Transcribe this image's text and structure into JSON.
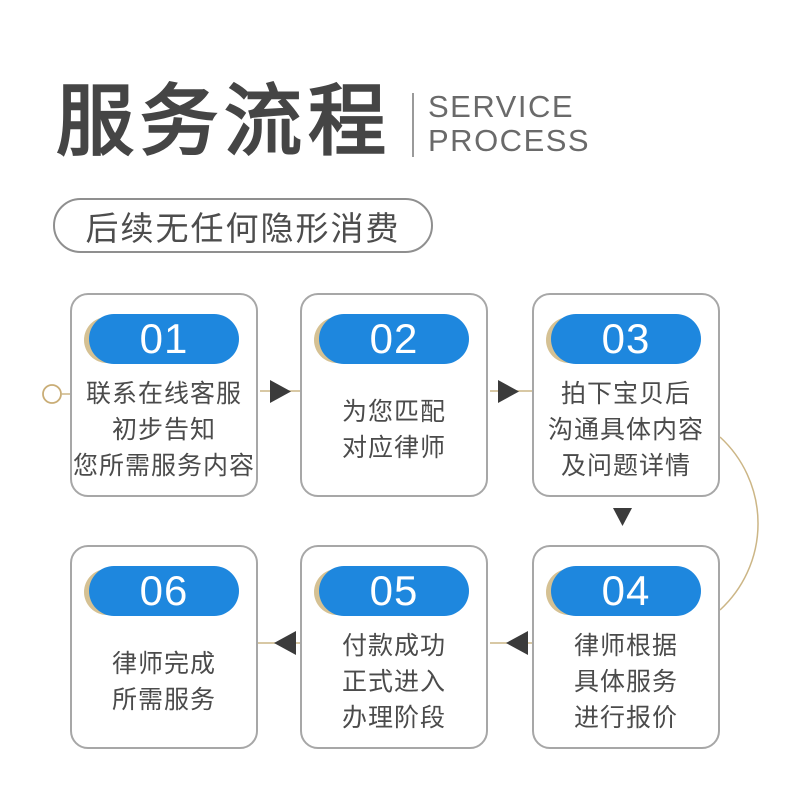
{
  "header": {
    "title_cn": "服务流程",
    "title_en_line1": "SERVICE",
    "title_en_line2": "PROCESS"
  },
  "banner": {
    "text": "后续无任何隐形消费"
  },
  "colors": {
    "accent_blue": "#1e87de",
    "accent_gold": "#ccb686",
    "badge_gold_accent": "#d5c193",
    "arrow_dark": "#3b3b3b",
    "card_border": "#a7a7a7",
    "title_dark": "#454545",
    "body_text": "#4b4b4b"
  },
  "flow": {
    "steps": [
      {
        "number": "01",
        "lines": [
          "联系在线客服",
          "初步告知",
          "您所需服务内容"
        ]
      },
      {
        "number": "02",
        "lines": [
          "为您匹配",
          "对应律师"
        ]
      },
      {
        "number": "03",
        "lines": [
          "拍下宝贝后",
          "沟通具体内容",
          "及问题详情"
        ]
      },
      {
        "number": "04",
        "lines": [
          "律师根据",
          "具体服务",
          "进行报价"
        ]
      },
      {
        "number": "05",
        "lines": [
          "付款成功",
          "正式进入",
          "办理阶段"
        ]
      },
      {
        "number": "06",
        "lines": [
          "律师完成",
          "所需服务"
        ]
      }
    ]
  }
}
